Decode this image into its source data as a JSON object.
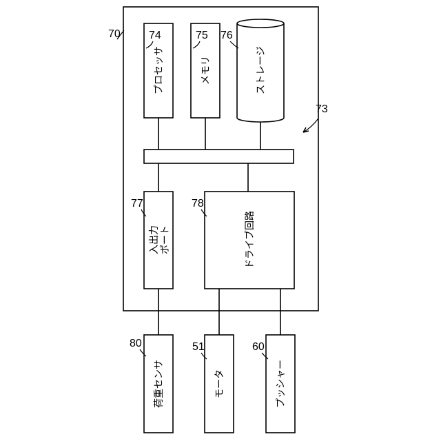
{
  "refs": {
    "controller": "70",
    "processor": "74",
    "memory": "75",
    "storage": "76",
    "housing": "73",
    "io_port": "77",
    "drive_circuit": "78",
    "load_sensor": "80",
    "motor": "51",
    "pusher": "60"
  },
  "labels": {
    "processor": "プロセッサ",
    "memory": "メモリ",
    "storage": "ストレージ",
    "io_port_line1": "入出力",
    "io_port_line2": "ポート",
    "drive_circuit": "ドライブ回路",
    "load_sensor": "荷重センサ",
    "motor": "モータ",
    "pusher": "プッシャー"
  }
}
